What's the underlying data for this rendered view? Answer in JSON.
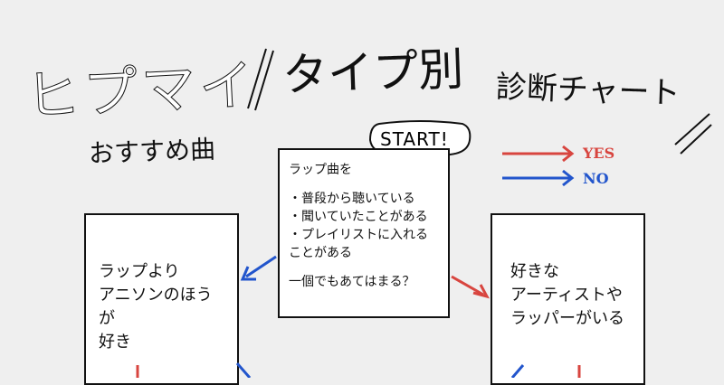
{
  "title": {
    "main": "ヒプマイ",
    "type_part": "タイプ別",
    "chart_part": "診断チャート",
    "subtitle": "おすすめ曲"
  },
  "start_label": "START!",
  "legend": {
    "yes_label": "YES",
    "no_label": "NO",
    "yes_color": "#d8453f",
    "no_color": "#2255cc"
  },
  "start_box": {
    "heading": "ラップ曲を",
    "items": [
      "・普段から聴いている",
      "・聞いていたことがある",
      "・プレイリストに入れる",
      "ことがある"
    ],
    "question": "一個でもあてはまる？"
  },
  "left_box": {
    "lines": [
      "ラップより",
      "アニソンのほうが",
      "好き"
    ]
  },
  "right_box": {
    "lines": [
      "好きな",
      "アーティストや",
      "ラッパーがいる"
    ]
  }
}
